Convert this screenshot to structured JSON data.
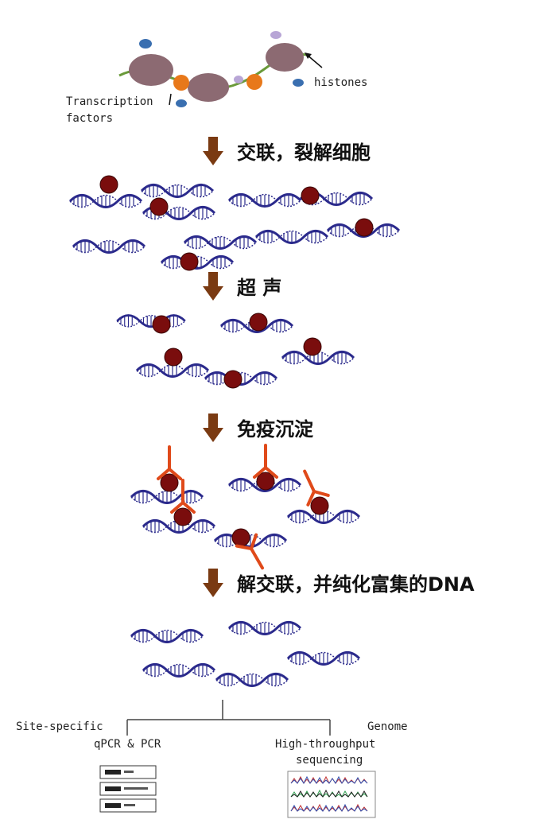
{
  "top": {
    "histones_label": "histones",
    "tf_label_line1": "Transcription",
    "tf_label_line2": "factors"
  },
  "steps": [
    {
      "label": "交联，裂解细胞"
    },
    {
      "label": "超 声"
    },
    {
      "label": "免疫沉淀"
    },
    {
      "label": "解交联，并纯化富集的DNA"
    }
  ],
  "analysis": {
    "site_specific": "Site-specific",
    "genome": "Genome",
    "qpcr": "qPCR & PCR",
    "hts_line1": "High-throughput",
    "hts_line2": "sequencing"
  },
  "colors": {
    "dna": "#2b2a8c",
    "protein": "#7a0d0d",
    "antibody": "#e04a1a",
    "arrow": "#7a3a12",
    "histone": "#8c6a72",
    "tf": "#e8781a"
  }
}
